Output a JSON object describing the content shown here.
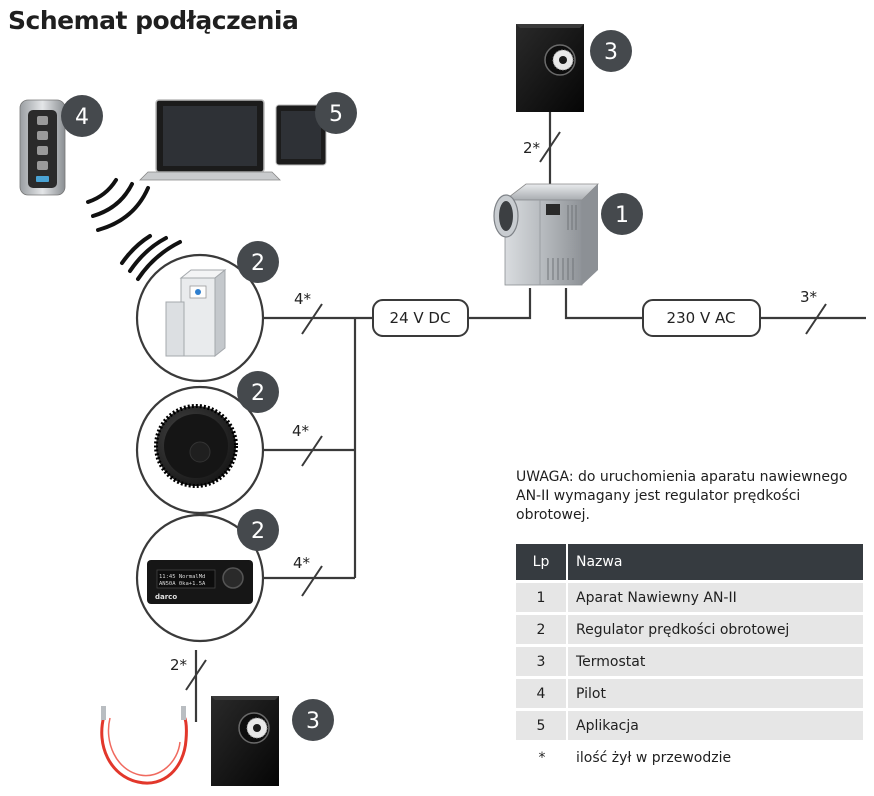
{
  "title": "Schemat podłączenia",
  "badges": {
    "unit": "1",
    "reg_top": "2",
    "reg_mid": "2",
    "reg_bot": "2",
    "thermo_top": "3",
    "thermo_bot": "3",
    "remote": "4",
    "app": "5"
  },
  "wire_labels": {
    "thermo_top": "2*",
    "reg_top": "4*",
    "reg_mid": "4*",
    "reg_bot": "4*",
    "mains": "3*",
    "thermo_bot": "2*"
  },
  "voltages": {
    "dc": "24 V DC",
    "ac": "230 V AC"
  },
  "note": "UWAGA: do uruchomienia aparatu nawiewnego AN-II wymagany jest regulator prędkości obrotowej.",
  "legend": {
    "header": {
      "lp": "Lp",
      "name": "Nazwa"
    },
    "rows": [
      {
        "lp": "1",
        "name": "Aparat Nawiewny AN-II"
      },
      {
        "lp": "2",
        "name": "Regulator prędkości obrotowej"
      },
      {
        "lp": "3",
        "name": "Termostat"
      },
      {
        "lp": "4",
        "name": "Pilot"
      },
      {
        "lp": "5",
        "name": "Aplikacja"
      },
      {
        "lp": "*",
        "name": "ilość żył w przewodzie"
      }
    ]
  },
  "display_text": {
    "line1": "11:45 NormalMd",
    "line2": "AN50A 0ka+1.5A"
  },
  "brand": "darco",
  "colors": {
    "badge": "#45494d",
    "wire": "#3a3a3a",
    "table_header": "#363b40",
    "row_shade": "#e6e6e6",
    "sensor_wire": "#e2372b"
  }
}
